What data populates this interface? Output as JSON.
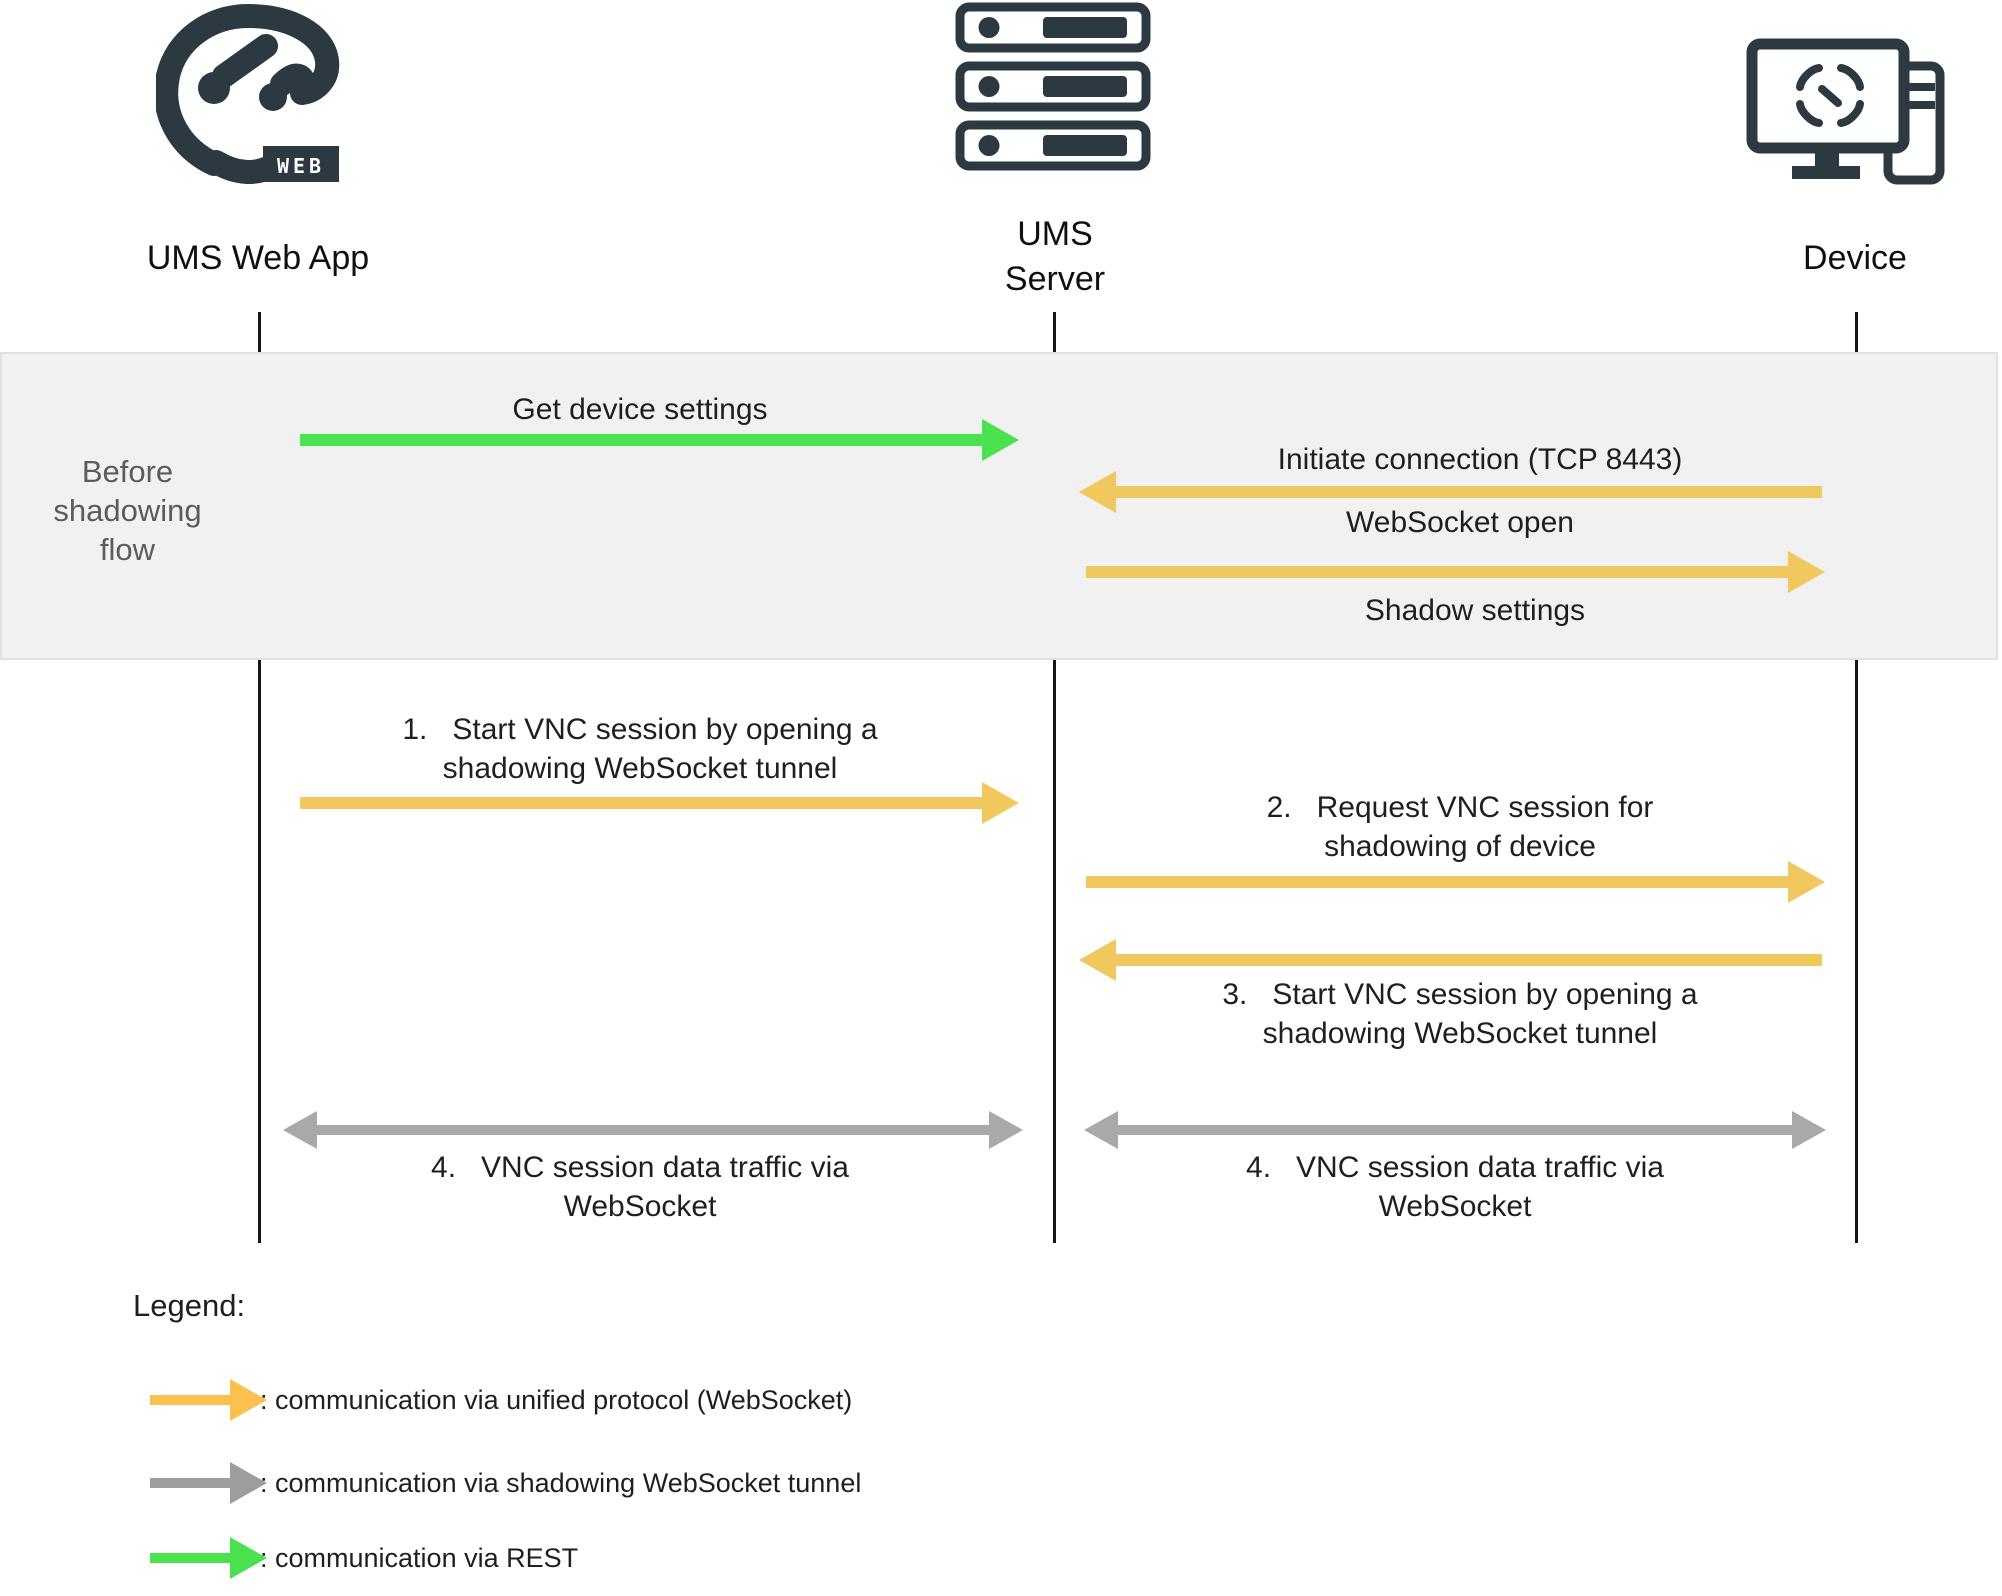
{
  "actors": {
    "webapp": {
      "label": "UMS Web App",
      "icon": "igel-web-logo",
      "badge": "WEB"
    },
    "server": {
      "label": "UMS\nServer",
      "icon": "server-stack-icon"
    },
    "device": {
      "label": "Device",
      "icon": "device-workstation-icon"
    }
  },
  "phase_band": {
    "label": "Before\nshadowing\nflow"
  },
  "messages": {
    "get_device_settings": {
      "label": "Get device settings",
      "type": "rest",
      "from": "ums-web-app",
      "to": "ums-server"
    },
    "initiate_connection": {
      "label": "Initiate connection (TCP 8443)",
      "type": "unified-protocol",
      "from": "device",
      "to": "ums-server"
    },
    "websocket_open": {
      "label": "WebSocket open",
      "type": "unified-protocol",
      "from": "ums-server",
      "to": "device"
    },
    "shadow_settings": {
      "label": "Shadow settings",
      "type": "unified-protocol",
      "from": "ums-server",
      "to": "device"
    },
    "step1_start_vnc": {
      "label": "1.   Start VNC session by opening a\nshadowing WebSocket tunnel",
      "type": "unified-protocol",
      "from": "ums-web-app",
      "to": "ums-server"
    },
    "step2_request_vnc": {
      "label": "2.   Request VNC session for\nshadowing of device",
      "type": "unified-protocol",
      "from": "ums-server",
      "to": "device"
    },
    "step3_start_vnc": {
      "label": "3.   Start VNC session by opening a\nshadowing WebSocket tunnel",
      "type": "unified-protocol",
      "from": "device",
      "to": "ums-server"
    },
    "step4_traffic_left": {
      "label": "4.   VNC session data traffic via\nWebSocket",
      "type": "shadowing-tunnel",
      "from": "ums-web-app",
      "to": "ums-server"
    },
    "step4_traffic_right": {
      "label": "4.   VNC session data traffic via\nWebSocket",
      "type": "shadowing-tunnel",
      "from": "ums-server",
      "to": "device"
    }
  },
  "legend": {
    "title": "Legend:",
    "items": [
      {
        "arrow": "yellow-arrow",
        "label": ": communication via unified protocol (WebSocket)"
      },
      {
        "arrow": "gray-arrow",
        "label": ": communication via shadowing WebSocket tunnel"
      },
      {
        "arrow": "green-arrow",
        "label": ": communication via REST"
      }
    ]
  },
  "colors": {
    "rest_green": "#4ae14f",
    "unified_yellow": "#f0c85e",
    "legend_yellow": "#fbc04d",
    "tunnel_gray": "#a9a9a9",
    "legend_gray": "#9d9d9d",
    "icon_dark": "#2c3940",
    "text": "#1f1f1f",
    "muted_text": "#5c5c5c",
    "band_bg": "#f1f1f2",
    "band_border": "#e1e1e1",
    "lifeline": "#161616"
  }
}
